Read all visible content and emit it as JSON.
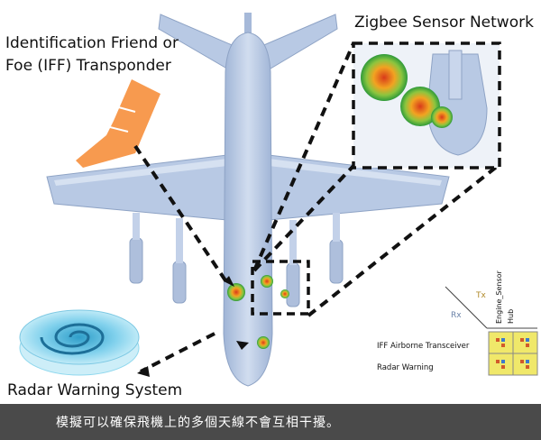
{
  "labels": {
    "iff_line1": "Identification Friend or",
    "iff_line2": "Foe (IFF) Transponder",
    "zigbee": "Zigbee Sensor Network",
    "radar_system": "Radar Warning System"
  },
  "matrix": {
    "tx_axis": "Tx",
    "rx_axis": "Rx",
    "columns": [
      "Engine_Sensor",
      "Hub"
    ],
    "rows": [
      "IFF Airborne Transceiver",
      "Radar Warning"
    ]
  },
  "caption": "模擬可以確保飛機上的多個天線不會互相干擾。",
  "colors": {
    "aircraft": "#b8c9e4",
    "aircraft_edge": "#8ea3c5",
    "iff_transponder": "#f79a4f",
    "radar_disc": "#8fd8ee",
    "matrix_cell": "#f0e86a",
    "caption_bg": "#4a4a4a",
    "callout_line": "#111111"
  },
  "icons": [
    "aircraft-illustration",
    "iff-transponder-icon",
    "radar-disc-icon",
    "antenna-pattern-icon",
    "zigbee-detail-icon",
    "interference-matrix-icon"
  ]
}
